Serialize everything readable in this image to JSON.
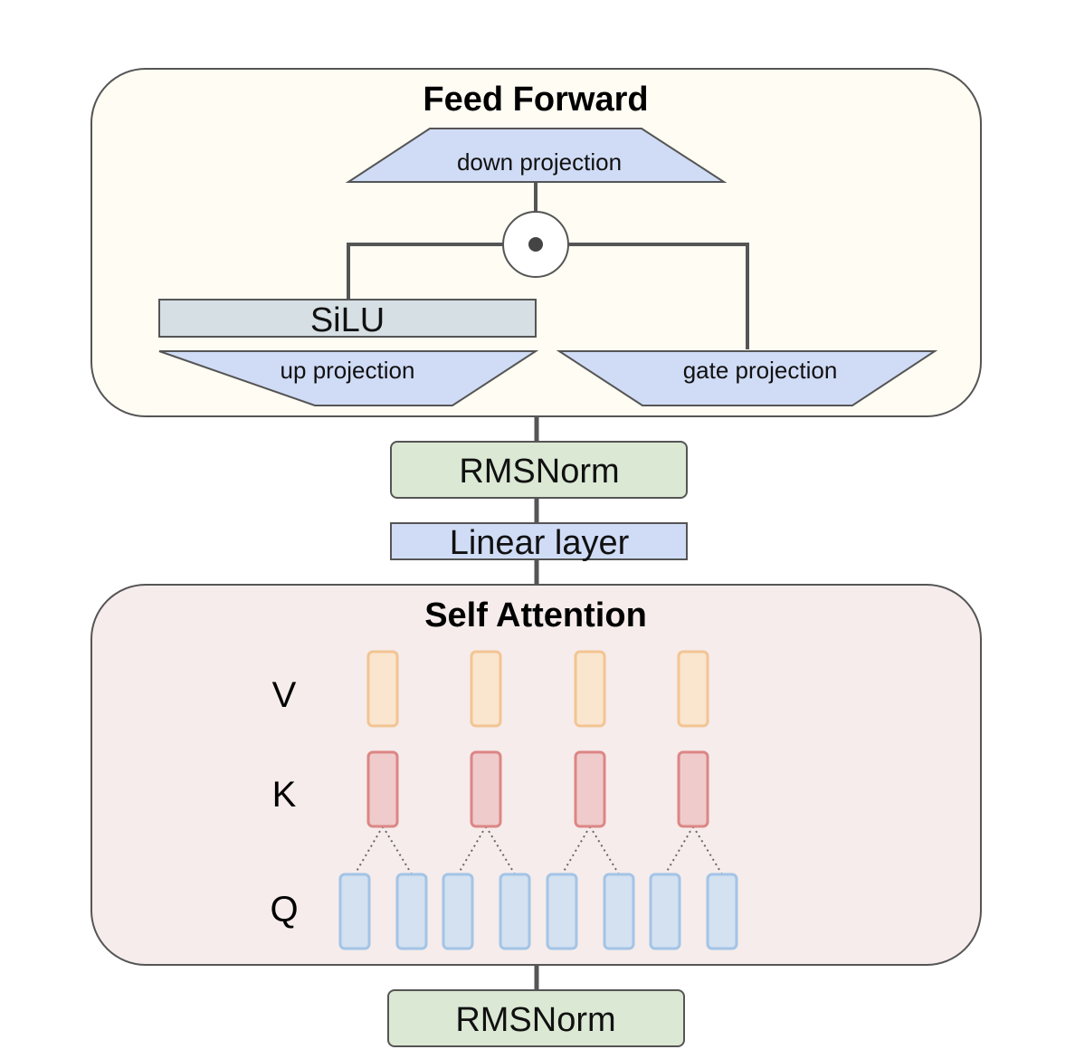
{
  "feed_forward": {
    "title": "Feed Forward",
    "down_projection": "down projection",
    "silu": "SiLU",
    "up_projection": "up projection",
    "gate_projection": "gate projection"
  },
  "rmsnorm_top": "RMSNorm",
  "linear_layer": "Linear layer",
  "self_attention": {
    "title": "Self Attention",
    "v_label": "V",
    "k_label": "K",
    "q_label": "Q",
    "kv_groups": 4,
    "queries_per_group": 2
  },
  "rmsnorm_bottom": "RMSNorm",
  "colors": {
    "feed_forward_bg": "#fefcf3",
    "self_attention_bg": "#f5eceb",
    "projection_fill": "#d0dcf6",
    "silu_fill": "#d6dfe4",
    "rmsnorm_fill": "#dbe8d4",
    "v_fill": "#fae6cf",
    "v_stroke": "#f3c493",
    "k_fill": "#efcbcc",
    "k_stroke": "#dc8685",
    "q_fill": "#d3e1f0",
    "q_stroke": "#a3c4e6",
    "stroke": "#555555"
  }
}
